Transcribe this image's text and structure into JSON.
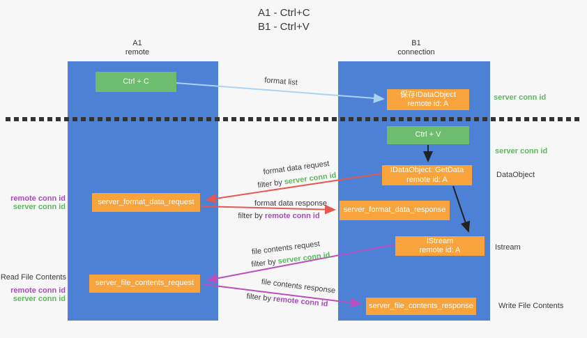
{
  "title": {
    "line1": "A1 - Ctrl+C",
    "line2": "B1 - Ctrl+V"
  },
  "lanes": {
    "left": {
      "title": "A1",
      "subtitle": "remote"
    },
    "right": {
      "title": "B1",
      "subtitle": "connection"
    }
  },
  "nodes": {
    "ctrl_c": {
      "label": "Ctrl + C"
    },
    "save_idataobject": {
      "line1": "保存IDataObject",
      "line2": "remote id: A"
    },
    "ctrl_v": {
      "label": "Ctrl + V"
    },
    "getdata": {
      "line1": "IDataObject::GetData",
      "line2": "remote id: A"
    },
    "server_format_data_request": {
      "label": "server_format_data_request"
    },
    "server_format_data_response": {
      "label": "server_format_data_response"
    },
    "istream": {
      "line1": "IStream",
      "line2": "remote id: A"
    },
    "server_file_contents_request": {
      "label": "server_file_contents_request"
    },
    "server_file_contents_response": {
      "label": "server_file_contents_response"
    }
  },
  "flow_labels": {
    "format_list": "format list",
    "format_data_request": "format data request",
    "format_data_request_filter_prefix": "filter by ",
    "format_data_request_filter_key": "server conn id",
    "format_data_response": "format data response",
    "format_data_response_filter_prefix": "filter by ",
    "format_data_response_filter_key": "remote conn id",
    "file_contents_request": "file contents request",
    "file_contents_request_filter_prefix": "filter by ",
    "file_contents_request_filter_key": "server conn id",
    "file_contents_response": "file contents response",
    "file_contents_response_filter_prefix": "filter by ",
    "file_contents_response_filter_key": "remote conn id"
  },
  "side_labels": {
    "server_conn_id_top": "server conn id",
    "server_conn_id_mid": "server conn id",
    "dataobject": "DataObject",
    "istream": "Istream",
    "write_file_contents": "Write File Contents",
    "read_file_contents": "Read File Contents",
    "left_remote_conn_id_1": "remote conn id",
    "left_server_conn_id_1": "server conn id",
    "left_remote_conn_id_2": "remote conn id",
    "left_server_conn_id_2": "server conn id"
  },
  "colors": {
    "lane_blue": "#4c81d6",
    "node_green": "#6cbe6e",
    "node_orange": "#f8a33b",
    "conn_id_green": "#5cb85c",
    "conn_id_purple": "#a64db6",
    "arrow_red": "#e4584e",
    "arrow_magenta": "#b94ebc",
    "arrow_lightblue": "#a9d4f1",
    "arrow_black": "#222222",
    "dotted_line": "#333333"
  }
}
